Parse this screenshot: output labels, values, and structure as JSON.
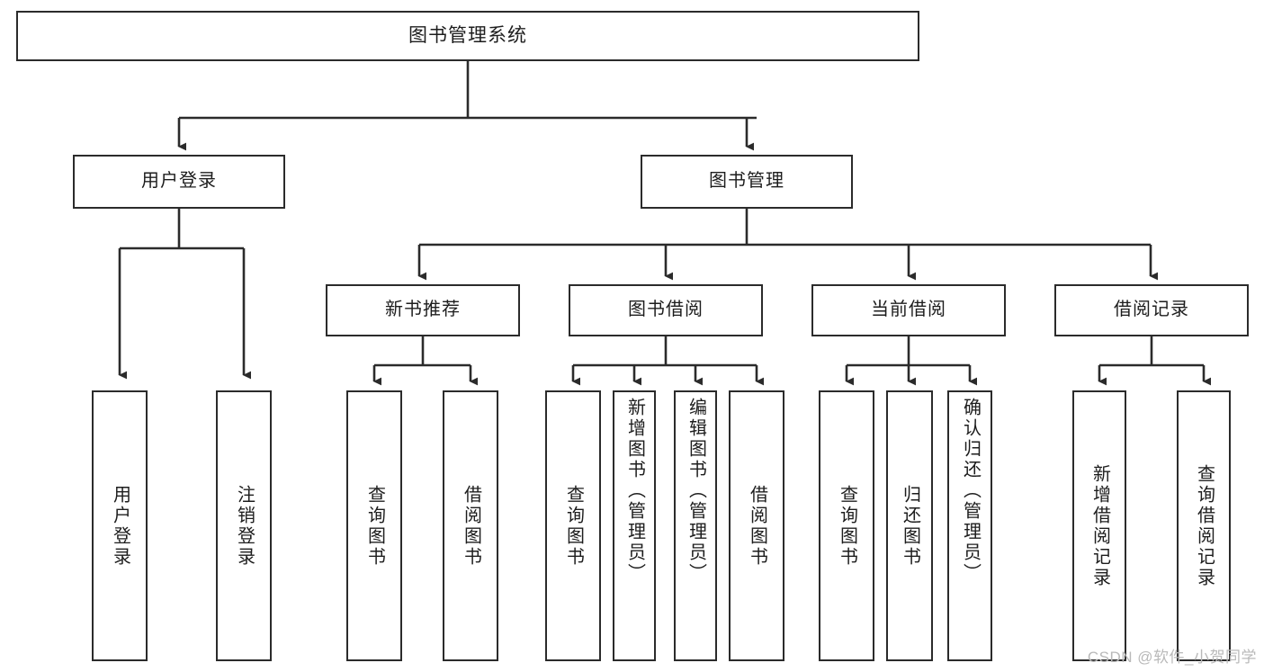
{
  "diagram": {
    "title": "图书管理系统",
    "type": "tree",
    "watermark": "CSDN @软件_小贺同学",
    "colors": {
      "background": "#ffffff",
      "box_border": "#2b2b2b",
      "box_fill": "#ffffff",
      "text": "#1d1d1d",
      "connector": "#2b2b2b",
      "watermark": "#b9b9b9"
    },
    "root": {
      "label": "图书管理系统"
    },
    "level2": [
      {
        "label": "用户登录"
      },
      {
        "label": "图书管理"
      }
    ],
    "level3": [
      {
        "label": "新书推荐"
      },
      {
        "label": "图书借阅"
      },
      {
        "label": "当前借阅"
      },
      {
        "label": "借阅记录"
      }
    ],
    "leaves": [
      {
        "label": "用户登录",
        "parent": "用户登录"
      },
      {
        "label": "注销登录",
        "parent": "用户登录"
      },
      {
        "label": "查询图书",
        "parent": "新书推荐"
      },
      {
        "label": "借阅图书",
        "parent": "新书推荐"
      },
      {
        "label": "查询图书",
        "parent": "图书借阅"
      },
      {
        "label": "新增图书（管理员）",
        "parent": "图书借阅"
      },
      {
        "label": "编辑图书（管理员）",
        "parent": "图书借阅"
      },
      {
        "label": "借阅图书",
        "parent": "图书借阅"
      },
      {
        "label": "查询图书",
        "parent": "当前借阅"
      },
      {
        "label": "归还图书",
        "parent": "当前借阅"
      },
      {
        "label": "确认归还（管理员）",
        "parent": "当前借阅"
      },
      {
        "label": "新增借阅记录",
        "parent": "借阅记录"
      },
      {
        "label": "查询借阅记录",
        "parent": "借阅记录"
      }
    ]
  }
}
